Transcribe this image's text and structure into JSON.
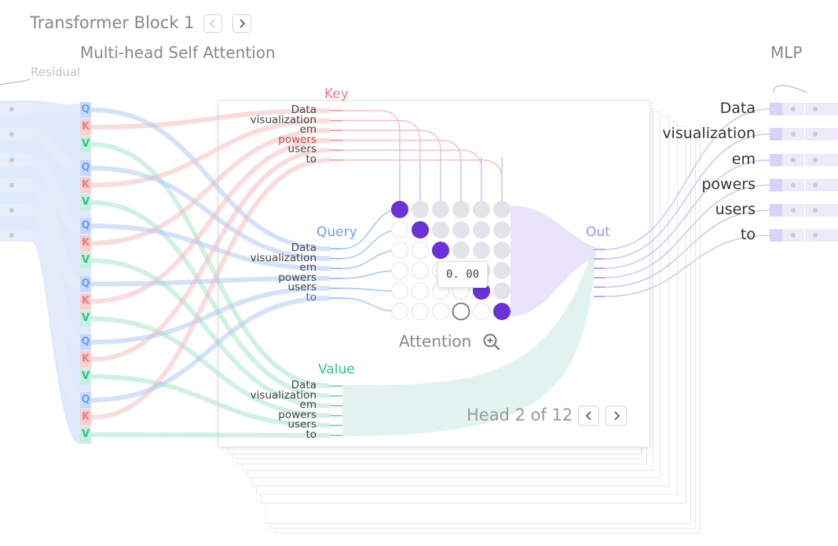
{
  "header": {
    "title": "Transformer Block 1",
    "attention_title": "Multi-head Self Attention",
    "mlp_title": "MLP",
    "residual_label": "Residual"
  },
  "tokens": [
    "Data",
    "visualization",
    "em",
    "powers",
    "users",
    "to"
  ],
  "attention_panel": {
    "key_label": "Key",
    "query_label": "Query",
    "value_label": "Value",
    "out_label": "Out",
    "attention_label": "Attention",
    "head_label": "Head 2 of 12",
    "tooltip_value": "0. 00",
    "highlighted_key_token": "powers",
    "highlighted_query_token": "to"
  },
  "qkv_letters": [
    "Q",
    "K",
    "V"
  ],
  "colors": {
    "query": "#6f9ef0",
    "key": "#ef7b7b",
    "value": "#2fbf8a",
    "attention": "#6a31d6",
    "out": "#a48ef0",
    "residual": "#cfe0fb"
  },
  "icons": {
    "prev": "chevron-left-icon",
    "next": "chevron-right-icon",
    "zoom": "zoom-in-icon"
  }
}
